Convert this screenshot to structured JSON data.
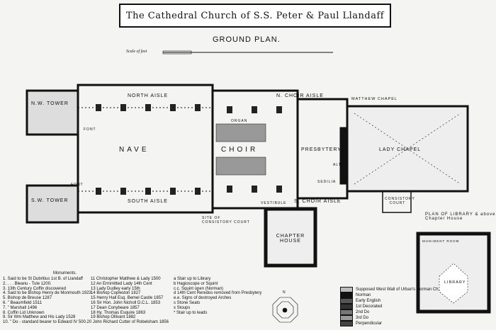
{
  "title": "The Cathedral Church of S.S. Peter & Paul Llandaff",
  "subtitle": "GROUND PLAN.",
  "scale": {
    "label": "Scale of feet",
    "unit": "feet"
  },
  "plan_labels": {
    "nw_tower": "N.W. TOWER",
    "sw_tower": "S.W. TOWER",
    "north_aisle": "NORTH AISLE",
    "south_aisle": "SOUTH AISLE",
    "nave": "NAVE",
    "choir": "CHOIR",
    "presbytery": "PRESBYTERY",
    "lady_chapel": "LADY CHAPEL",
    "n_choir_aisle": "N. CHOIR AISLE",
    "s_choir_aisle": "S. CHOIR AISLE",
    "matthew_chapel": "MATTHEW CHAPEL",
    "font": "FONT",
    "font2": "FONT",
    "organ": "ORGAN",
    "altar": "ALTAR",
    "sedilia": "SEDILIA",
    "vestibule": "VESTIBULE",
    "chapter_house": "CHAPTER HOUSE",
    "consistory_court": "CONSISTORY COURT",
    "consistory_site": "SITE OF CONSISTORY COURT",
    "library_plan": "PLAN OF LIBRARY & above Chapter House",
    "library": "LIBRARY",
    "muniment": "MUNIMENT ROOM"
  },
  "monuments": {
    "heading": "Monuments.",
    "col1": [
      "1. Said to be St Dubritius 1st B. of Llandaff",
      "2. . . . Bleanu - Tule 1200.",
      "3. 13th Century Coffin discovered",
      "4. Said to be Bishop Henry de Monmouth 1923.",
      "5. Bishop de Breuse 1287",
      "6. \" Beaumfield 1511",
      "7. \" Marshall 1496",
      "8. Coffin Lid Unknown",
      "9. Sir Wm Matthew and His Lady 1528",
      "10. \" Do - standard bearer to Edward IV 500.20 John Richard Cutter of Robelsham 1856"
    ],
    "col2": [
      "11 Christopher Matthew & Lady 1500",
      "12 An Ermmitted Lady 14th Cent",
      "13 Lady Dudley early 15th",
      "14 Bishop Copleston 1827",
      "15 Henry Hall Esq. Bemel Castle 1857",
      "16 Sir Hon. John Nicholl D.C.L. 1853",
      "17 Dean Conybeare 1857",
      "18 Hy. Thomas Esquire 1863",
      "19 Bishop Ollivant 1882"
    ],
    "col3": [
      "a Stair up to Library",
      "b Hagioscope or Squint",
      "c.c. Squint open (Norman)",
      "d 14th Cent Reredos removed from Presbytery",
      "e.e. Signs of destroyed Arches",
      "s Stone Seats",
      "x Stoups",
      "* Stair up to leads"
    ]
  },
  "key": [
    {
      "label": "Supposed West Wall of Urban's Norman Ch.",
      "color": "#bbbbbb"
    },
    {
      "label": "Norman",
      "color": "#111111"
    },
    {
      "label": "Early English",
      "color": "#555555"
    },
    {
      "label": "1st Decorated",
      "color": "#333333"
    },
    {
      "label": "2nd Do",
      "color": "#777777"
    },
    {
      "label": "3rd Do",
      "color": "#999999"
    },
    {
      "label": "Perpendicular",
      "color": "#444444"
    }
  ],
  "compass": "N"
}
